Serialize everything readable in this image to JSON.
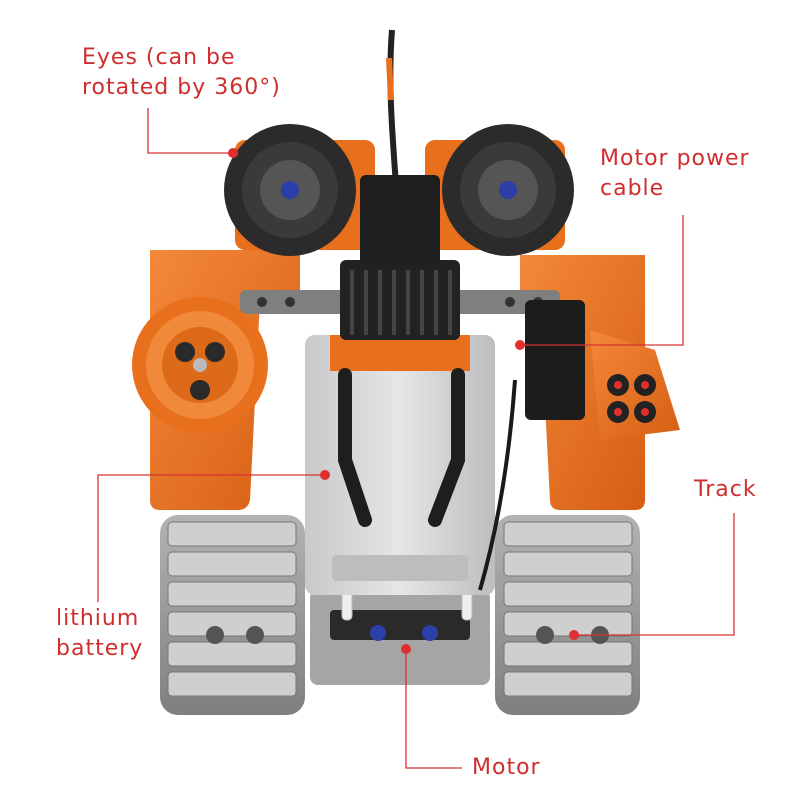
{
  "labels": {
    "eyes": "Eyes (can be\nrotated by 360°)",
    "motor_power_cable": "Motor power\ncable",
    "track": "Track",
    "lithium_battery": "lithium\nbattery",
    "motor": "Motor"
  },
  "colors": {
    "label_text": "#cf2e2e",
    "leader_line": "#d63333",
    "orange_parts": "#e8701c",
    "black_parts": "#1e1e1e",
    "grey_parts": "#9a9a9a",
    "battery_box": "#d4d4d4"
  }
}
